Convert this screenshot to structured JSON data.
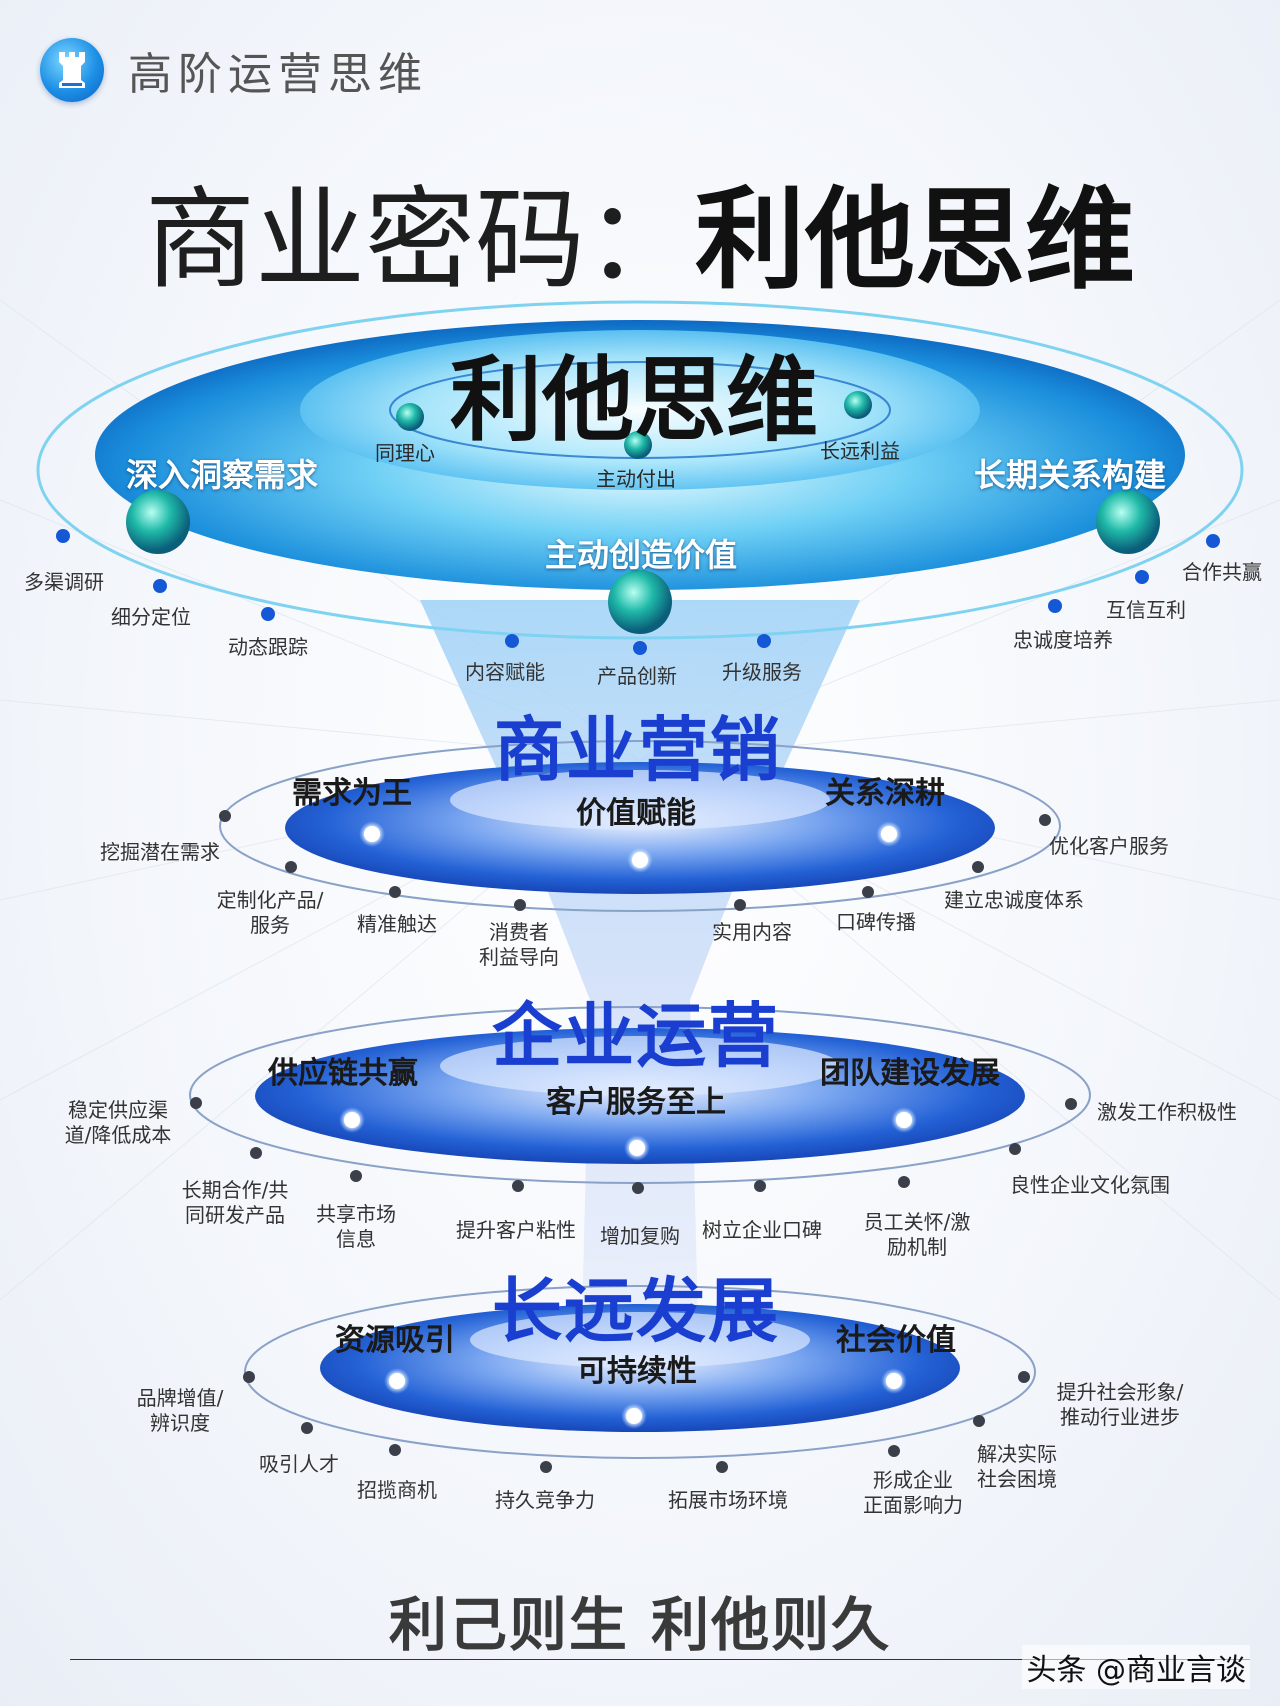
{
  "brand": {
    "name": "高阶运营思维",
    "logo_icon": "chess-rook-icon"
  },
  "title": {
    "part1": "商业密码：",
    "part2": "利他思维"
  },
  "top": {
    "title": "利他思维",
    "inner": [
      "同理心",
      "主动付出",
      "长远利益"
    ],
    "left": "深入洞察需求",
    "center": "主动创造价值",
    "right": "长期关系构建",
    "left_items": [
      "多渠调研",
      "细分定位",
      "动态跟踪"
    ],
    "center_items": [
      "内容赋能",
      "产品创新",
      "升级服务"
    ],
    "right_items": [
      "忠诚度培养",
      "互信互利",
      "合作共赢"
    ]
  },
  "tiers": [
    {
      "title": "商业营销",
      "left": "需求为王",
      "center": "价值赋能",
      "right": "关系深耕",
      "left_items": [
        "挖掘潜在需求",
        "定制化产品/\n服务",
        "精准触达"
      ],
      "center_items": [
        "消费者\n利益导向",
        "实用内容"
      ],
      "right_items": [
        "口碑传播",
        "建立忠诚度体系",
        "优化客户服务"
      ]
    },
    {
      "title": "企业运营",
      "left": "供应链共赢",
      "center": "客户服务至上",
      "right": "团队建设发展",
      "left_items": [
        "稳定供应渠\n道/降低成本",
        "长期合作/共\n同研发产品",
        "共享市场\n信息"
      ],
      "center_items": [
        "提升客户粘性",
        "增加复购",
        "树立企业口碑"
      ],
      "right_items": [
        "员工关怀/激\n励机制",
        "良性企业文化氛围",
        "激发工作积极性"
      ]
    },
    {
      "title": "长远发展",
      "left": "资源吸引",
      "center": "可持续性",
      "right": "社会价值",
      "left_items": [
        "品牌增值/\n辨识度",
        "吸引人才",
        "招揽商机"
      ],
      "center_items": [
        "持久竞争力",
        "拓展市场环境"
      ],
      "right_items": [
        "形成企业\n正面影响力",
        "解决实际\n社会困境",
        "提升社会形象/\n推动行业进步"
      ]
    }
  ],
  "slogan": "利己则生 利他则久",
  "credit": "头条 @商业言谈",
  "colors": {
    "tier_title": "#1a3fd0",
    "disk": "#1f7fe0",
    "top_disk": "#2bb2e8"
  }
}
